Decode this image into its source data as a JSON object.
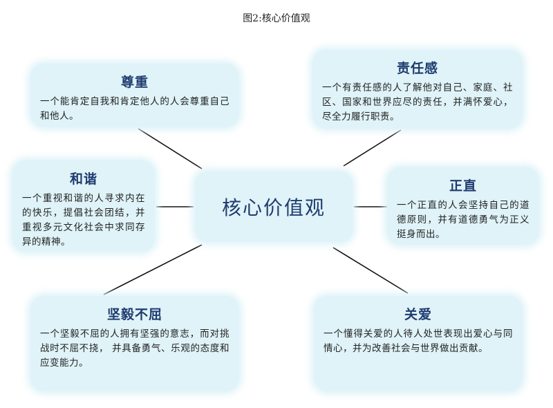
{
  "caption": "图2:核心价值观",
  "center": {
    "label": "核心价值观"
  },
  "values": {
    "respect": {
      "title": "尊重",
      "desc": "一个能肯定自我和肯定他人的人会尊重自己和他人。"
    },
    "responsibility": {
      "title": "责任感",
      "desc": "一个有责任感的人了解他对自己、家庭、社区、国家和世界应尽的责任，并满怀爱心，尽全力履行职责。"
    },
    "harmony": {
      "title": "和谐",
      "desc": "一个重视和谐的人寻求内在的快乐，提倡社会团结，并重视多元文化社会中求同存异的精神。"
    },
    "integrity": {
      "title": "正直",
      "desc": "一个正直的人会坚持自己的道德原则，并有道德勇气为正义挺身而出。"
    },
    "resilience": {
      "title": "坚毅不屈",
      "desc": "一个坚毅不屈的人拥有坚强的意志，而对挑战时不屈不挠， 并具备勇气、乐观的态度和应变能力。"
    },
    "care": {
      "title": "关爱",
      "desc": "一个懂得关爱的人待人处世表现出爱心与同情心，并为改善社会与世界做出贡献。"
    }
  }
}
